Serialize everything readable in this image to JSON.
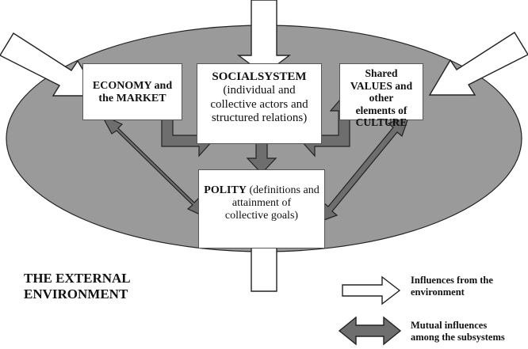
{
  "economy": {
    "line1": "ECONOMY and",
    "line2": "the MARKET"
  },
  "social": {
    "title": "SOCIALSYSTEM",
    "line1": "(individual and",
    "line2": "collective actors and",
    "line3": "structured relations)"
  },
  "values": {
    "line1": "Shared",
    "line2": "VALUES and other",
    "line3": "elements of",
    "line4": "CULTURE"
  },
  "polity": {
    "title": "POLITY",
    "line1": "(definitions and",
    "line2": "attainment of",
    "line3": "collective goals)"
  },
  "environment": {
    "line1": "THE EXTERNAL",
    "line2": "ENVIRONMENT"
  },
  "legend": {
    "external": {
      "line1": "Influences from the",
      "line2": "environment"
    },
    "mutual": {
      "line1": "Mutual influences",
      "line2": "among the subsystems"
    }
  },
  "colors": {
    "ellipse_fill": "#9a9a9a",
    "mutual_arrow_fill": "#6e6e6e",
    "external_arrow_fill": "#ffffff",
    "stroke": "#222222"
  }
}
